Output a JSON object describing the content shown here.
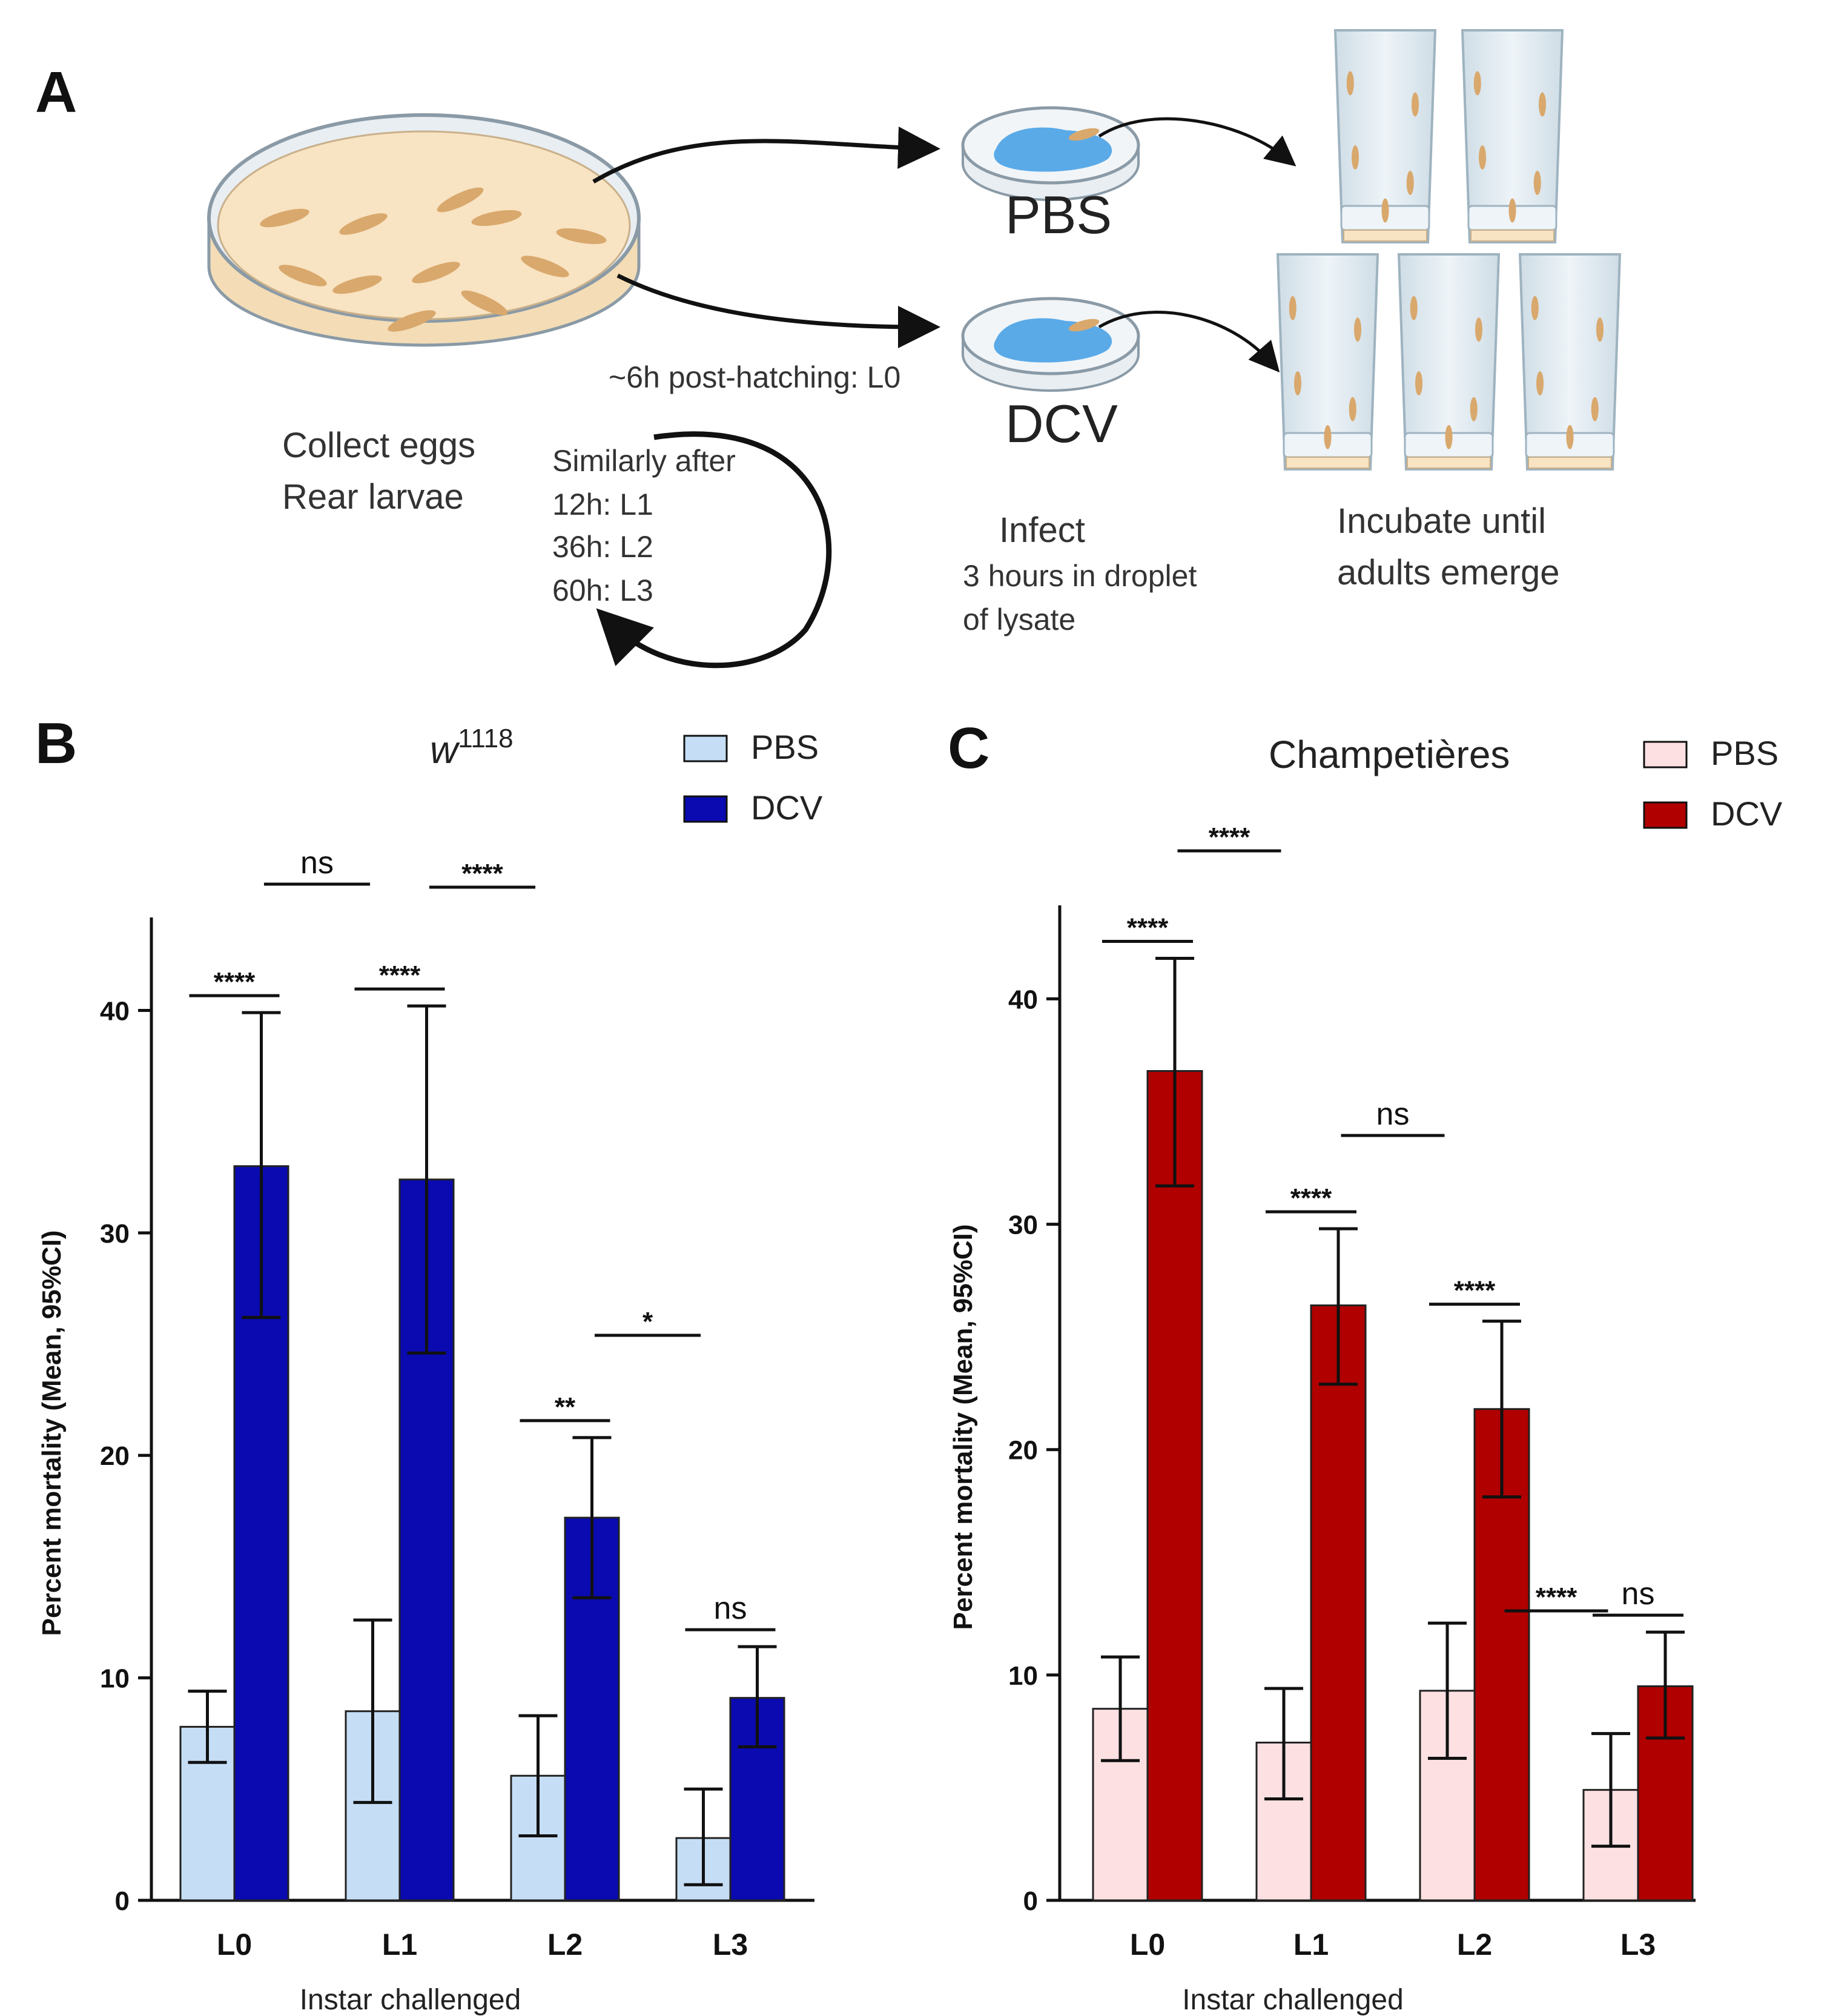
{
  "panelA": {
    "letter": "A",
    "collect_eggs": "Collect eggs",
    "rear_larvae": "Rear larvae",
    "post_hatching": "~6h post-hatching: L0",
    "similarly": "Similarly after",
    "steps": [
      "12h: L1",
      "36h: L2",
      "60h: L3"
    ],
    "pbs": "PBS",
    "dcv": "DCV",
    "infect": "Infect",
    "infect_detail_1": "3 hours in droplet",
    "infect_detail_2": "of lysate",
    "incubate_1": "Incubate until",
    "incubate_2": "adults emerge"
  },
  "colors": {
    "b_pbs": "#c5def5",
    "b_dcv": "#0a0ab0",
    "c_pbs": "#fde0e2",
    "c_dcv": "#b00000",
    "plate": "#f8e3c2",
    "droplet": "#5aaae8",
    "larva": "#d9a86c"
  },
  "chart_data": [
    {
      "type": "bar",
      "panel": "B",
      "title": "w",
      "title_superscript": "1118",
      "categories": [
        "L0",
        "L1",
        "L2",
        "L3"
      ],
      "xlabel": "Instar challenged",
      "ylabel": "Percent mortality (Mean, 95%CI)",
      "ylim": [
        0,
        42
      ],
      "yticks": [
        0,
        10,
        20,
        30,
        40
      ],
      "legend": "top-right",
      "series": [
        {
          "name": "PBS",
          "values": [
            7.8,
            8.5,
            5.6,
            2.8
          ],
          "ci_low": [
            6.2,
            4.4,
            2.9,
            0.7
          ],
          "ci_high": [
            9.4,
            12.6,
            8.3,
            5.0
          ]
        },
        {
          "name": "DCV",
          "values": [
            33.0,
            32.4,
            17.2,
            9.1
          ],
          "ci_low": [
            26.2,
            24.6,
            13.6,
            6.9
          ],
          "ci_high": [
            39.9,
            40.2,
            20.8,
            11.4
          ]
        }
      ],
      "within": [
        "****",
        "****",
        "**",
        "ns"
      ],
      "between": [
        {
          "from": 0,
          "to": 1,
          "label": "ns"
        },
        {
          "from": 1,
          "to": 2,
          "label": "****"
        },
        {
          "from": 2,
          "to": 3,
          "label": "*"
        }
      ]
    },
    {
      "type": "bar",
      "panel": "C",
      "title": "Champetières",
      "categories": [
        "L0",
        "L1",
        "L2",
        "L3"
      ],
      "xlabel": "Instar challenged",
      "ylabel": "Percent mortality (Mean, 95%CI)",
      "ylim": [
        0,
        42
      ],
      "yticks": [
        0,
        10,
        20,
        30,
        40
      ],
      "legend": "top-right",
      "series": [
        {
          "name": "PBS",
          "values": [
            8.5,
            7.0,
            9.3,
            4.9
          ],
          "ci_low": [
            6.2,
            4.5,
            6.3,
            2.4
          ],
          "ci_high": [
            10.8,
            9.4,
            12.3,
            7.4
          ]
        },
        {
          "name": "DCV",
          "values": [
            36.8,
            26.4,
            21.8,
            9.5
          ],
          "ci_low": [
            31.7,
            22.9,
            17.9,
            7.2
          ],
          "ci_high": [
            41.8,
            29.8,
            25.7,
            11.9
          ]
        }
      ],
      "within": [
        "****",
        "****",
        "****",
        "ns"
      ],
      "between": [
        {
          "from": 0,
          "to": 1,
          "label": "****"
        },
        {
          "from": 1,
          "to": 2,
          "label": "ns"
        },
        {
          "from": 2,
          "to": 3,
          "label": "****"
        }
      ]
    }
  ]
}
